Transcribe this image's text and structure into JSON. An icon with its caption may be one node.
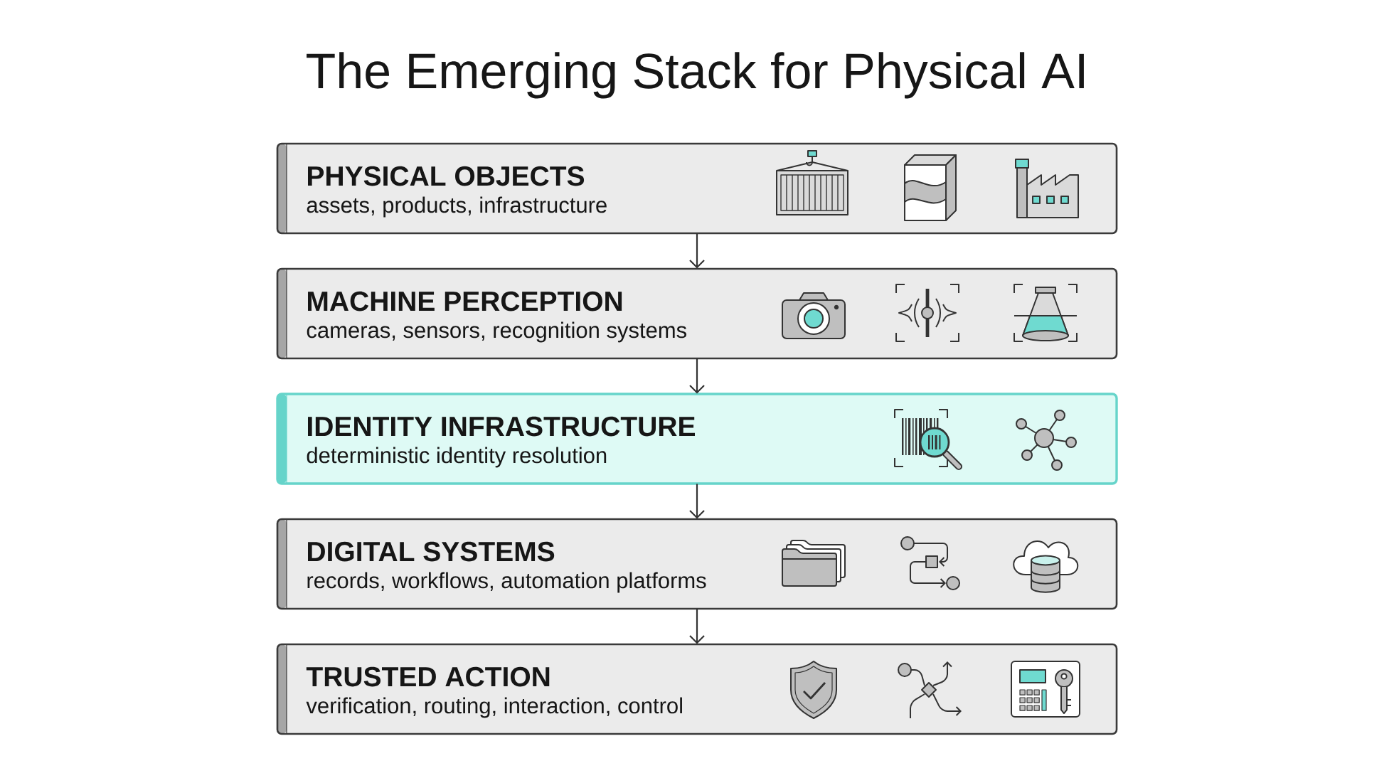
{
  "diagram": {
    "title": "The Emerging Stack for Physical AI",
    "nodes": [
      {
        "text": [
          "PHYSICAL OBJECTS",
          "assets, products, infrastructure"
        ]
      },
      {
        "text": [
          "MACHINE PERCEPTION",
          "cameras, sensors, recognition systems"
        ]
      },
      {
        "text": [
          "IDENTITY INFRASTRUCTURE",
          "deterministic identity resolution"
        ]
      },
      {
        "text": [
          "DIGITAL SYSTEMS",
          "records, workflows, automation platforms"
        ]
      },
      {
        "text": [
          "TRUSTED ACTION",
          "verification, routing, interaction, control"
        ]
      }
    ],
    "edges": [
      {
        "from": 0,
        "to": 1,
        "arrow": "to"
      },
      {
        "from": 1,
        "to": 2,
        "arrow": "to"
      },
      {
        "from": 2,
        "to": 3,
        "arrow": "to"
      },
      {
        "from": 3,
        "to": 4,
        "arrow": "to"
      }
    ]
  }
}
